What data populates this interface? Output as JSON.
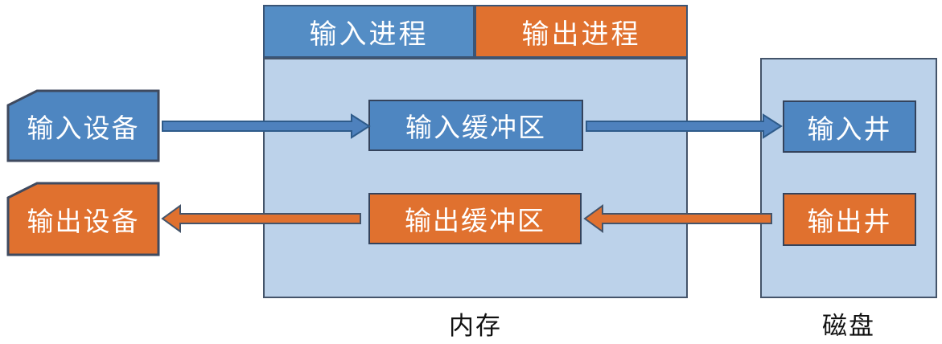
{
  "diagram": {
    "header": {
      "input_process": "输入进程",
      "output_process": "输出进程"
    },
    "devices": {
      "input_device": "输入设备",
      "output_device": "输出设备"
    },
    "memory": {
      "label": "内存",
      "input_buffer": "输入缓冲区",
      "output_buffer": "输出缓冲区"
    },
    "disk": {
      "label": "磁盘",
      "input_well": "输入井",
      "output_well": "输出井"
    },
    "flows": {
      "input_flow": "input-device -> input-buffer -> input-well",
      "output_flow": "output-well -> output-buffer -> output-device"
    },
    "colors": {
      "blue": "#4e86c1",
      "orange": "#e0712f",
      "light_blue": "#bcd2ea",
      "dark_border": "#44546a",
      "text_light": "#ffffff",
      "text_dark": "#111111"
    }
  }
}
